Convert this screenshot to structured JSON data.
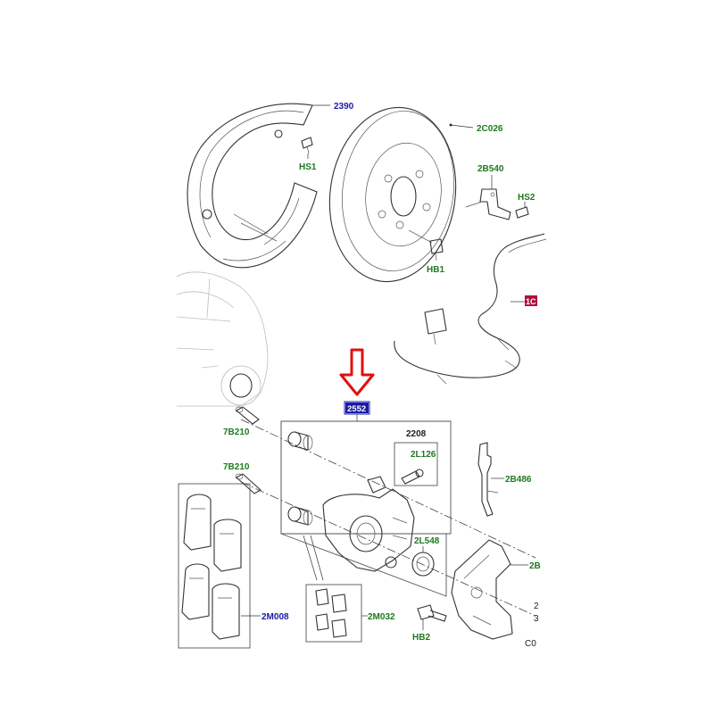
{
  "labels": {
    "shield": "2390",
    "shield_screw": "HS1",
    "disc": "2C026",
    "bracket": "2B540",
    "bracket_screw": "HS2",
    "disc_bolt": "HB1",
    "sensor_tag": "1C",
    "caliper_kit": "2552",
    "guide_pin_upper": "7B210",
    "guide_pin_lower": "7B210",
    "bleed_kit": "2208",
    "bleed_screw": "2L126",
    "clip": "2B486",
    "piston_seal": "2L548",
    "carrier": "2B",
    "pads": "2M008",
    "bush_kit": "2M032",
    "carrier_bolt": "HB2",
    "corner_a": "2",
    "corner_b": "3",
    "corner_code": "C0"
  },
  "colors": {
    "green_label": "#1f7a1f",
    "blue_label": "#1a1aa6",
    "highlight_box": "#1a1aa6",
    "highlight_red": "#b0103a",
    "arrow_red": "#e01010"
  },
  "icons": {
    "pointer": "down-arrow-icon"
  }
}
